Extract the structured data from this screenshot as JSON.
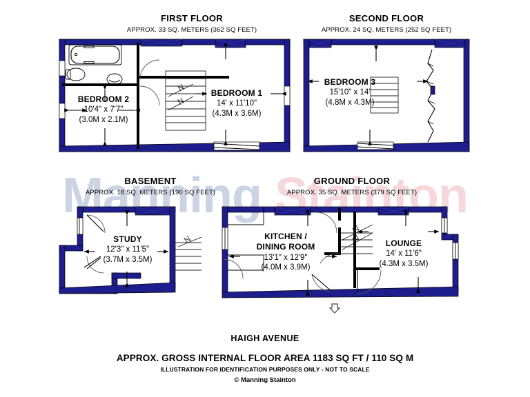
{
  "watermark": {
    "part1": "Manning",
    "part2": " Stainton",
    "color1": "#ccd4e4",
    "color2": "#f6d8dc"
  },
  "colors": {
    "wall": "#1d1d8e",
    "fixture": "#000000",
    "text": "#000000",
    "background": "#ffffff"
  },
  "floors": [
    {
      "id": "first-floor",
      "title": "FIRST FLOOR",
      "subtitle": "APPROX. 33 SQ. METERS (362 SQ FEET)",
      "rooms": [
        {
          "id": "bedroom-2",
          "name": "BEDROOM 2",
          "dim_imperial": "10'4\" x 7'7\"",
          "dim_metric": "(3.0M x 2.1M)"
        },
        {
          "id": "bedroom-1",
          "name": "BEDROOM 1",
          "dim_imperial": "14' x 11'10\"",
          "dim_metric": "(4.3M x 3.6M)"
        }
      ]
    },
    {
      "id": "second-floor",
      "title": "SECOND FLOOR",
      "subtitle": "APPROX. 24 SQ. METERS (252 SQ FEET)",
      "rooms": [
        {
          "id": "bedroom-3",
          "name": "BEDROOM 3",
          "dim_imperial": "15'10\" x 14'",
          "dim_metric": "(4.8M x 4.3M)"
        }
      ]
    },
    {
      "id": "basement",
      "title": "BASEMENT",
      "subtitle": "APPROX. 18 SQ. METERS (190 SQ FEET)",
      "rooms": [
        {
          "id": "study",
          "name": "STUDY",
          "dim_imperial": "12'3\" x 11'5\"",
          "dim_metric": "(3.7M x 3.5M)"
        }
      ]
    },
    {
      "id": "ground-floor",
      "title": "GROUND FLOOR",
      "subtitle": "APPROX. 35 SQ. METERS (379 SQ FEET)",
      "rooms": [
        {
          "id": "kitchen-dining-room",
          "name_line1": "KITCHEN /",
          "name_line2": "DINING ROOM",
          "dim_imperial": "13'1\" x 12'9\"",
          "dim_metric": "(4.0M x 3.9M)"
        },
        {
          "id": "lounge",
          "name": "LOUNGE",
          "dim_imperial": "14' x 11'6\"",
          "dim_metric": "(4.3M x 3.5M)"
        }
      ]
    }
  ],
  "footer": {
    "street": "HAIGH AVENUE",
    "gross_area": "APPROX. GROSS INTERNAL FLOOR AREA 1183 SQ FT / 110 SQ M",
    "disclaimer": "ILLUSTRATION FOR IDENTIFICATION PURPOSES ONLY - NOT TO SCALE",
    "copyright": "© Manning Stainton"
  }
}
